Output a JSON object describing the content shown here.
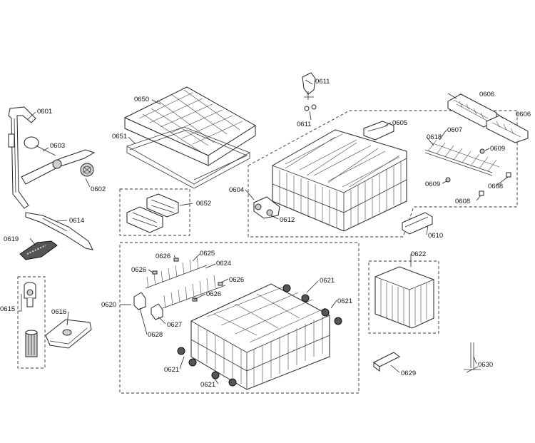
{
  "labels": {
    "p0601": "0601",
    "p0602": "0602",
    "p0603": "0603",
    "p0604": "0604",
    "p0605": "0605",
    "p0606a": "0606",
    "p0606b": "0606",
    "p0607": "0607",
    "p0608a": "0608",
    "p0608b": "0608",
    "p0609a": "0609",
    "p0609b": "0609",
    "p0610": "0610",
    "p0611a": "0611",
    "p0611b": "0611",
    "p0612": "0612",
    "p0614": "0614",
    "p0615": "0615",
    "p0616": "0616",
    "p0618": "0618",
    "p0619": "0619",
    "p0620": "0620",
    "p0621a": "0621",
    "p0621b": "0621",
    "p0621c": "0621",
    "p0621d": "0621",
    "p0622": "0622",
    "p0624": "0624",
    "p0625": "0625",
    "p0626a": "0626",
    "p0626b": "0626",
    "p0626c": "0626",
    "p0626d": "0626",
    "p0627": "0627",
    "p0628": "0628",
    "p0629": "0629",
    "p0630": "0630",
    "p0650": "0650",
    "p0651": "0651",
    "p0652": "0652"
  }
}
